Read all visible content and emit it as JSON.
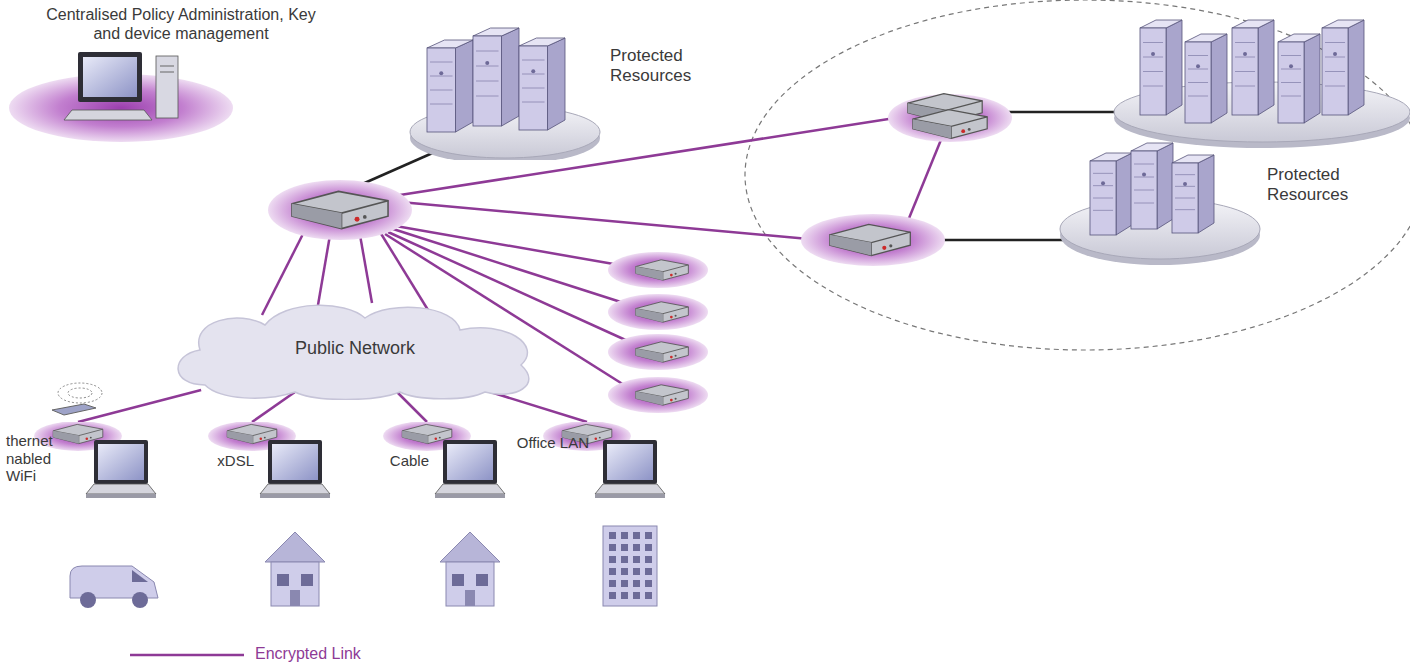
{
  "diagram": {
    "nodes": [
      {
        "text": [
          "Centralised Policy Administration, Key and device management"
        ]
      },
      {
        "text": [
          "Protected Resources"
        ]
      },
      {
        "text": [
          "Protected Resources"
        ]
      },
      {
        "text": [
          "Public Network"
        ]
      },
      {
        "text": [
          "thernet nabled WiFi"
        ]
      },
      {
        "text": [
          "xDSL"
        ]
      },
      {
        "text": [
          "Cable"
        ]
      },
      {
        "text": [
          "Office LAN"
        ]
      }
    ],
    "edges": [
      {
        "from": 3,
        "to": 4,
        "arrow": "none"
      },
      {
        "from": 3,
        "to": 5,
        "arrow": "none"
      },
      {
        "from": 3,
        "to": 6,
        "arrow": "none"
      },
      {
        "from": 3,
        "to": 7,
        "arrow": "none"
      }
    ],
    "legend": [
      {
        "text": "Encrypted Link"
      }
    ]
  }
}
